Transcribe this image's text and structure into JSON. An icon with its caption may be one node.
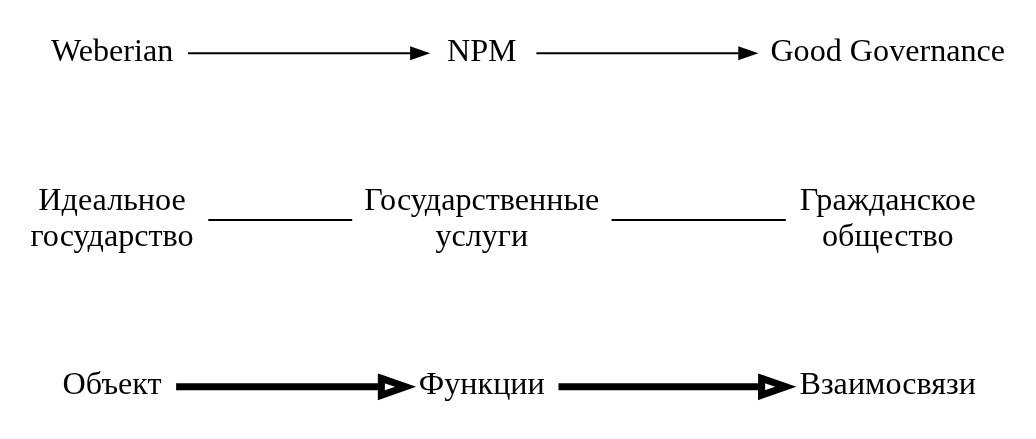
{
  "diagram": {
    "nodes": [
      {
        "text": [
          "Weberian"
        ]
      },
      {
        "text": [
          "NPM"
        ]
      },
      {
        "text": [
          "Good Governance"
        ]
      },
      {
        "text": [
          "Идеальное государство"
        ]
      },
      {
        "text": [
          "Государственные услуги"
        ]
      },
      {
        "text": [
          "Гражданское общество"
        ]
      },
      {
        "text": [
          "Объект"
        ]
      },
      {
        "text": [
          "Функции"
        ]
      },
      {
        "text": [
          "Взаимосвязи"
        ]
      }
    ],
    "edges": [
      {
        "from": 0,
        "to": 1,
        "arrow": "to"
      },
      {
        "from": 1,
        "to": 2,
        "arrow": "to"
      },
      {
        "from": 3,
        "to": 4,
        "arrow": "none"
      },
      {
        "from": 4,
        "to": 5,
        "arrow": "none"
      },
      {
        "from": 6,
        "to": 7,
        "arrow": "to",
        "style": "thick"
      },
      {
        "from": 7,
        "to": 8,
        "arrow": "to",
        "style": "thick"
      }
    ]
  }
}
